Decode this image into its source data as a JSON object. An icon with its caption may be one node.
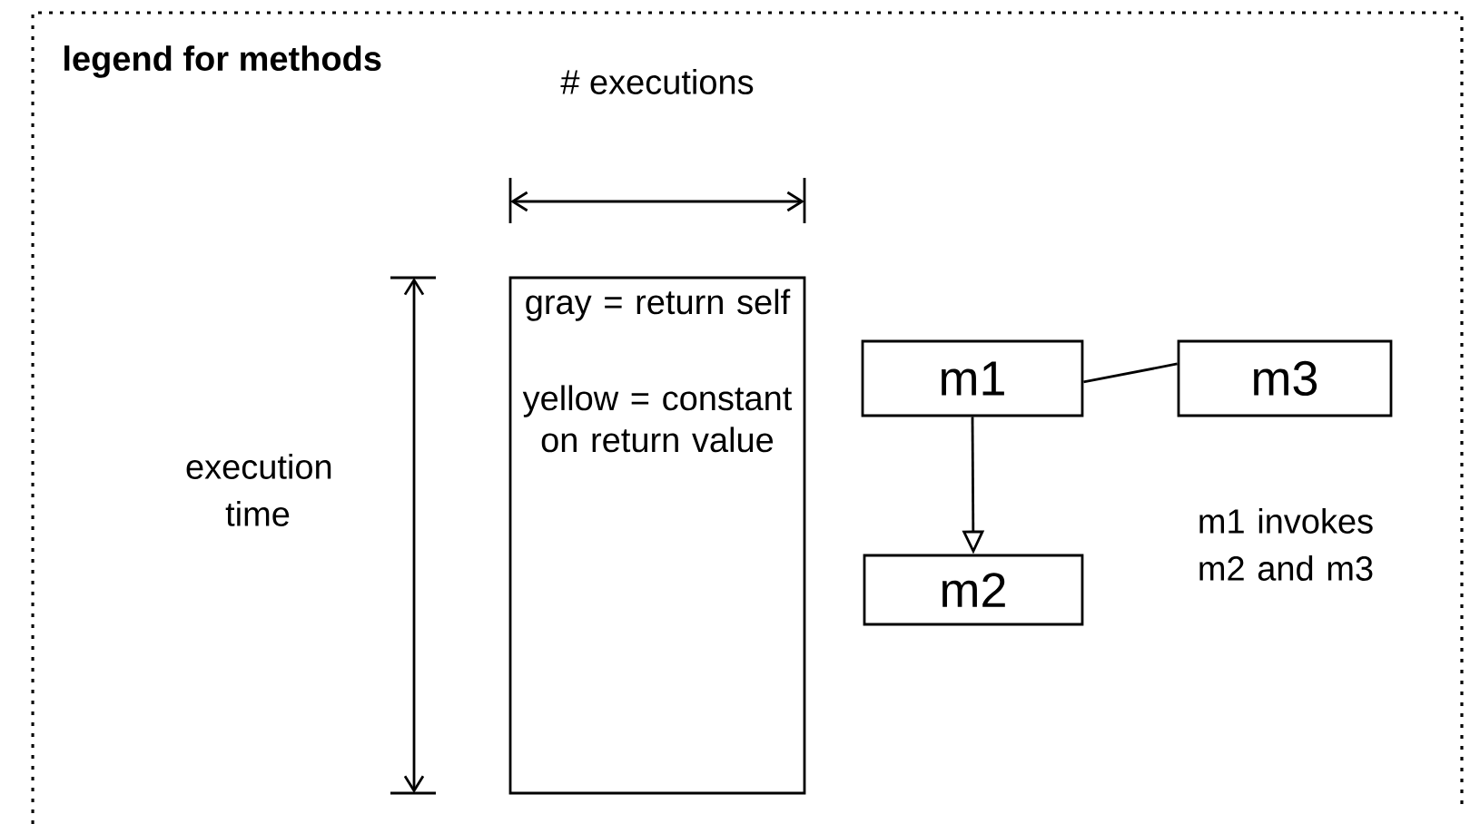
{
  "diagram": {
    "title": "legend for methods",
    "nodes": [
      {
        "text": [
          "gray = return self",
          "yellow = constant on return value"
        ]
      },
      {
        "text": [
          "m1"
        ]
      },
      {
        "text": [
          "m3"
        ]
      },
      {
        "text": [
          "m2"
        ]
      }
    ],
    "edges": [
      {
        "from": 1,
        "to": 3,
        "arrow": "to"
      },
      {
        "from": 1,
        "to": 2,
        "arrow": "none"
      }
    ],
    "labels": [
      "# executions",
      "execution time",
      "m1 invokes m2 and m3"
    ]
  }
}
